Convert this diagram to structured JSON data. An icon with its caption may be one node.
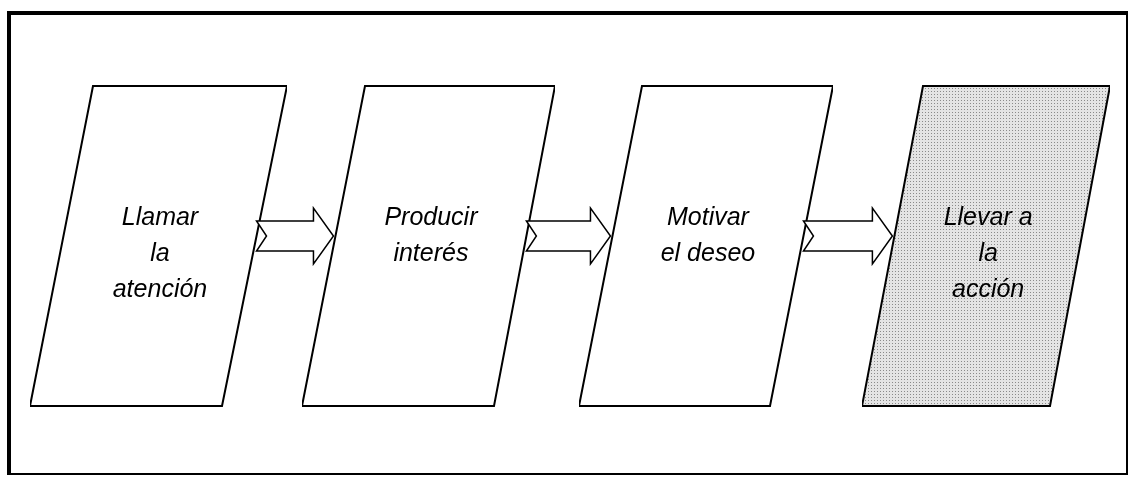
{
  "diagram": {
    "nodes": [
      {
        "text": [
          "Llamar la atención"
        ]
      },
      {
        "text": [
          "Producir interés"
        ]
      },
      {
        "text": [
          "Motivar el deseo"
        ]
      },
      {
        "text": [
          "Llevar a la acción"
        ]
      }
    ],
    "edges": [
      {
        "from": 0,
        "to": 1,
        "arrow": "to"
      },
      {
        "from": 1,
        "to": 2,
        "arrow": "to"
      },
      {
        "from": 2,
        "to": 3,
        "arrow": "to"
      }
    ]
  }
}
